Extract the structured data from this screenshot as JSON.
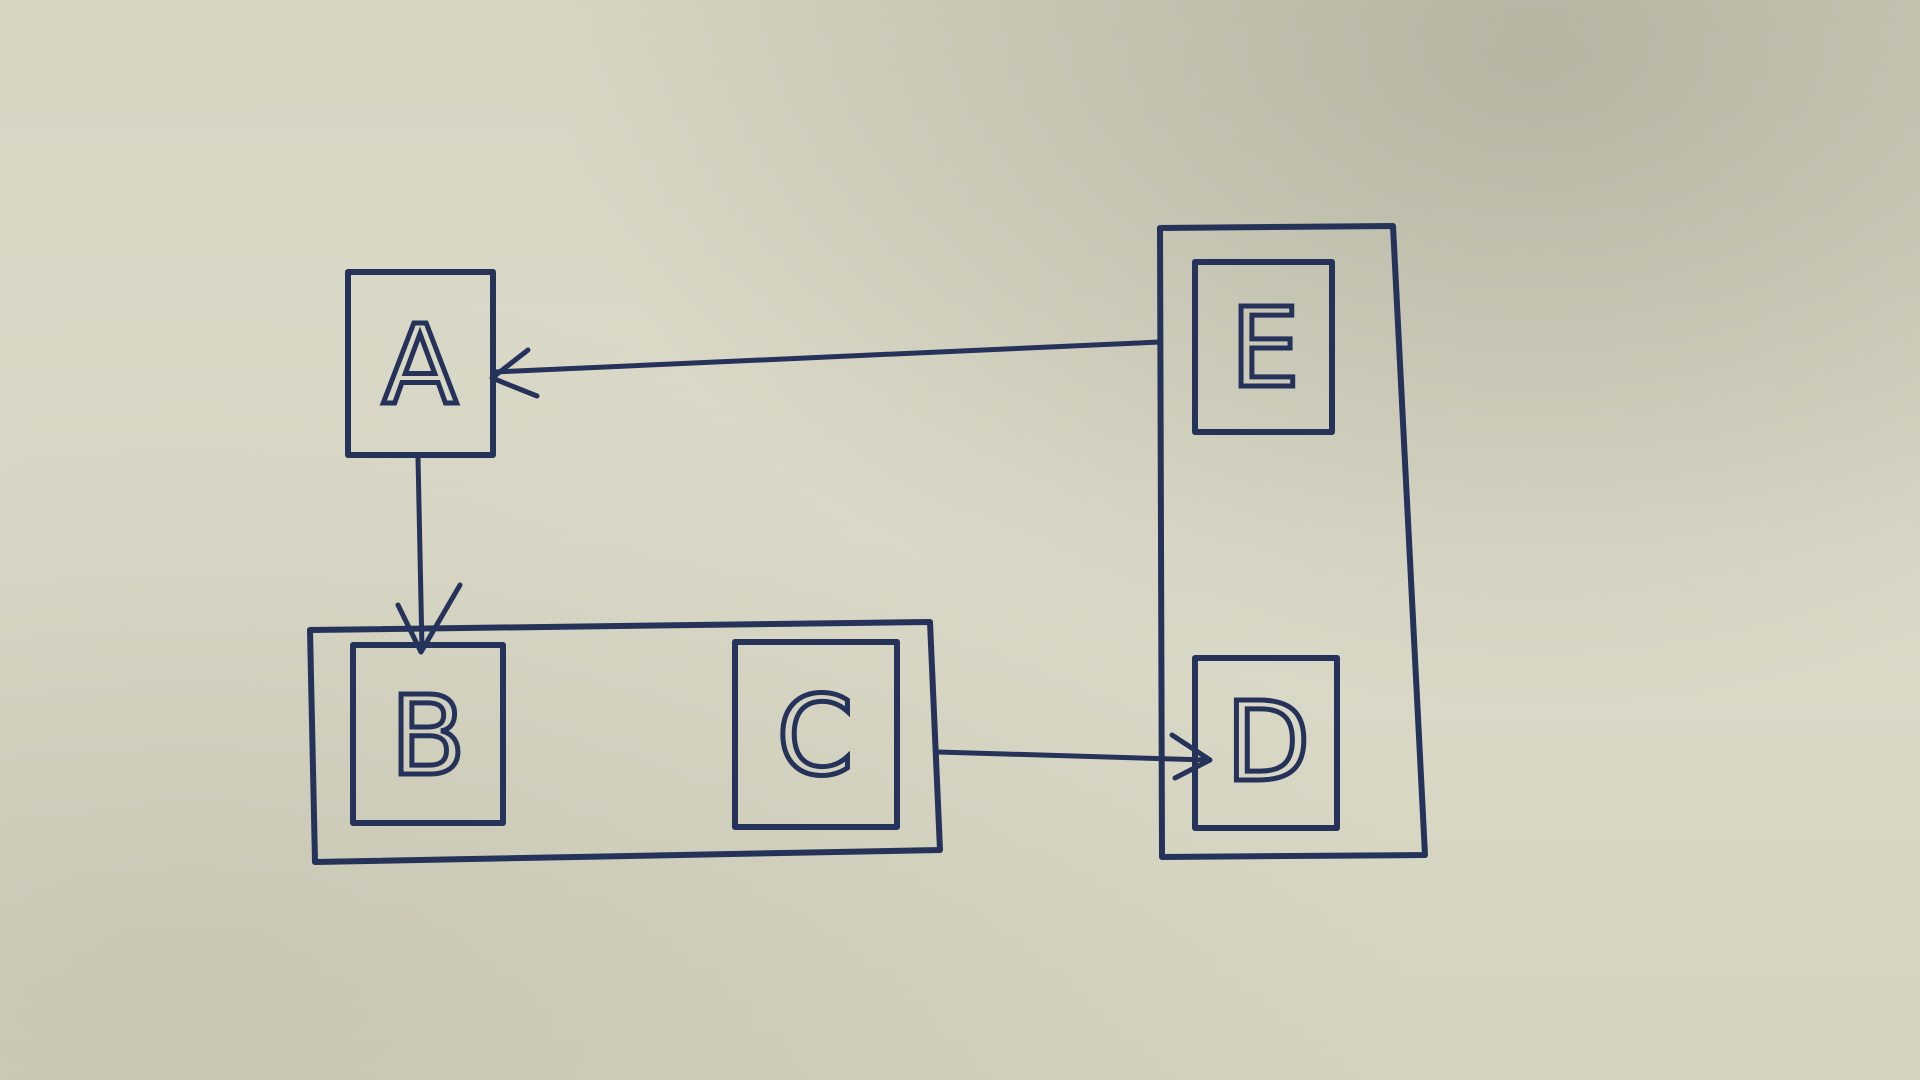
{
  "nodes": {
    "a": {
      "label": "A"
    },
    "b": {
      "label": "B"
    },
    "c": {
      "label": "C"
    },
    "d": {
      "label": "D"
    },
    "e": {
      "label": "E"
    }
  },
  "edges": [
    {
      "from": "E",
      "to": "A"
    },
    {
      "from": "A",
      "to": "B"
    },
    {
      "from": "C",
      "to": "D"
    }
  ],
  "colors": {
    "ink": "#25325a",
    "paper": "#d9d8c6"
  }
}
